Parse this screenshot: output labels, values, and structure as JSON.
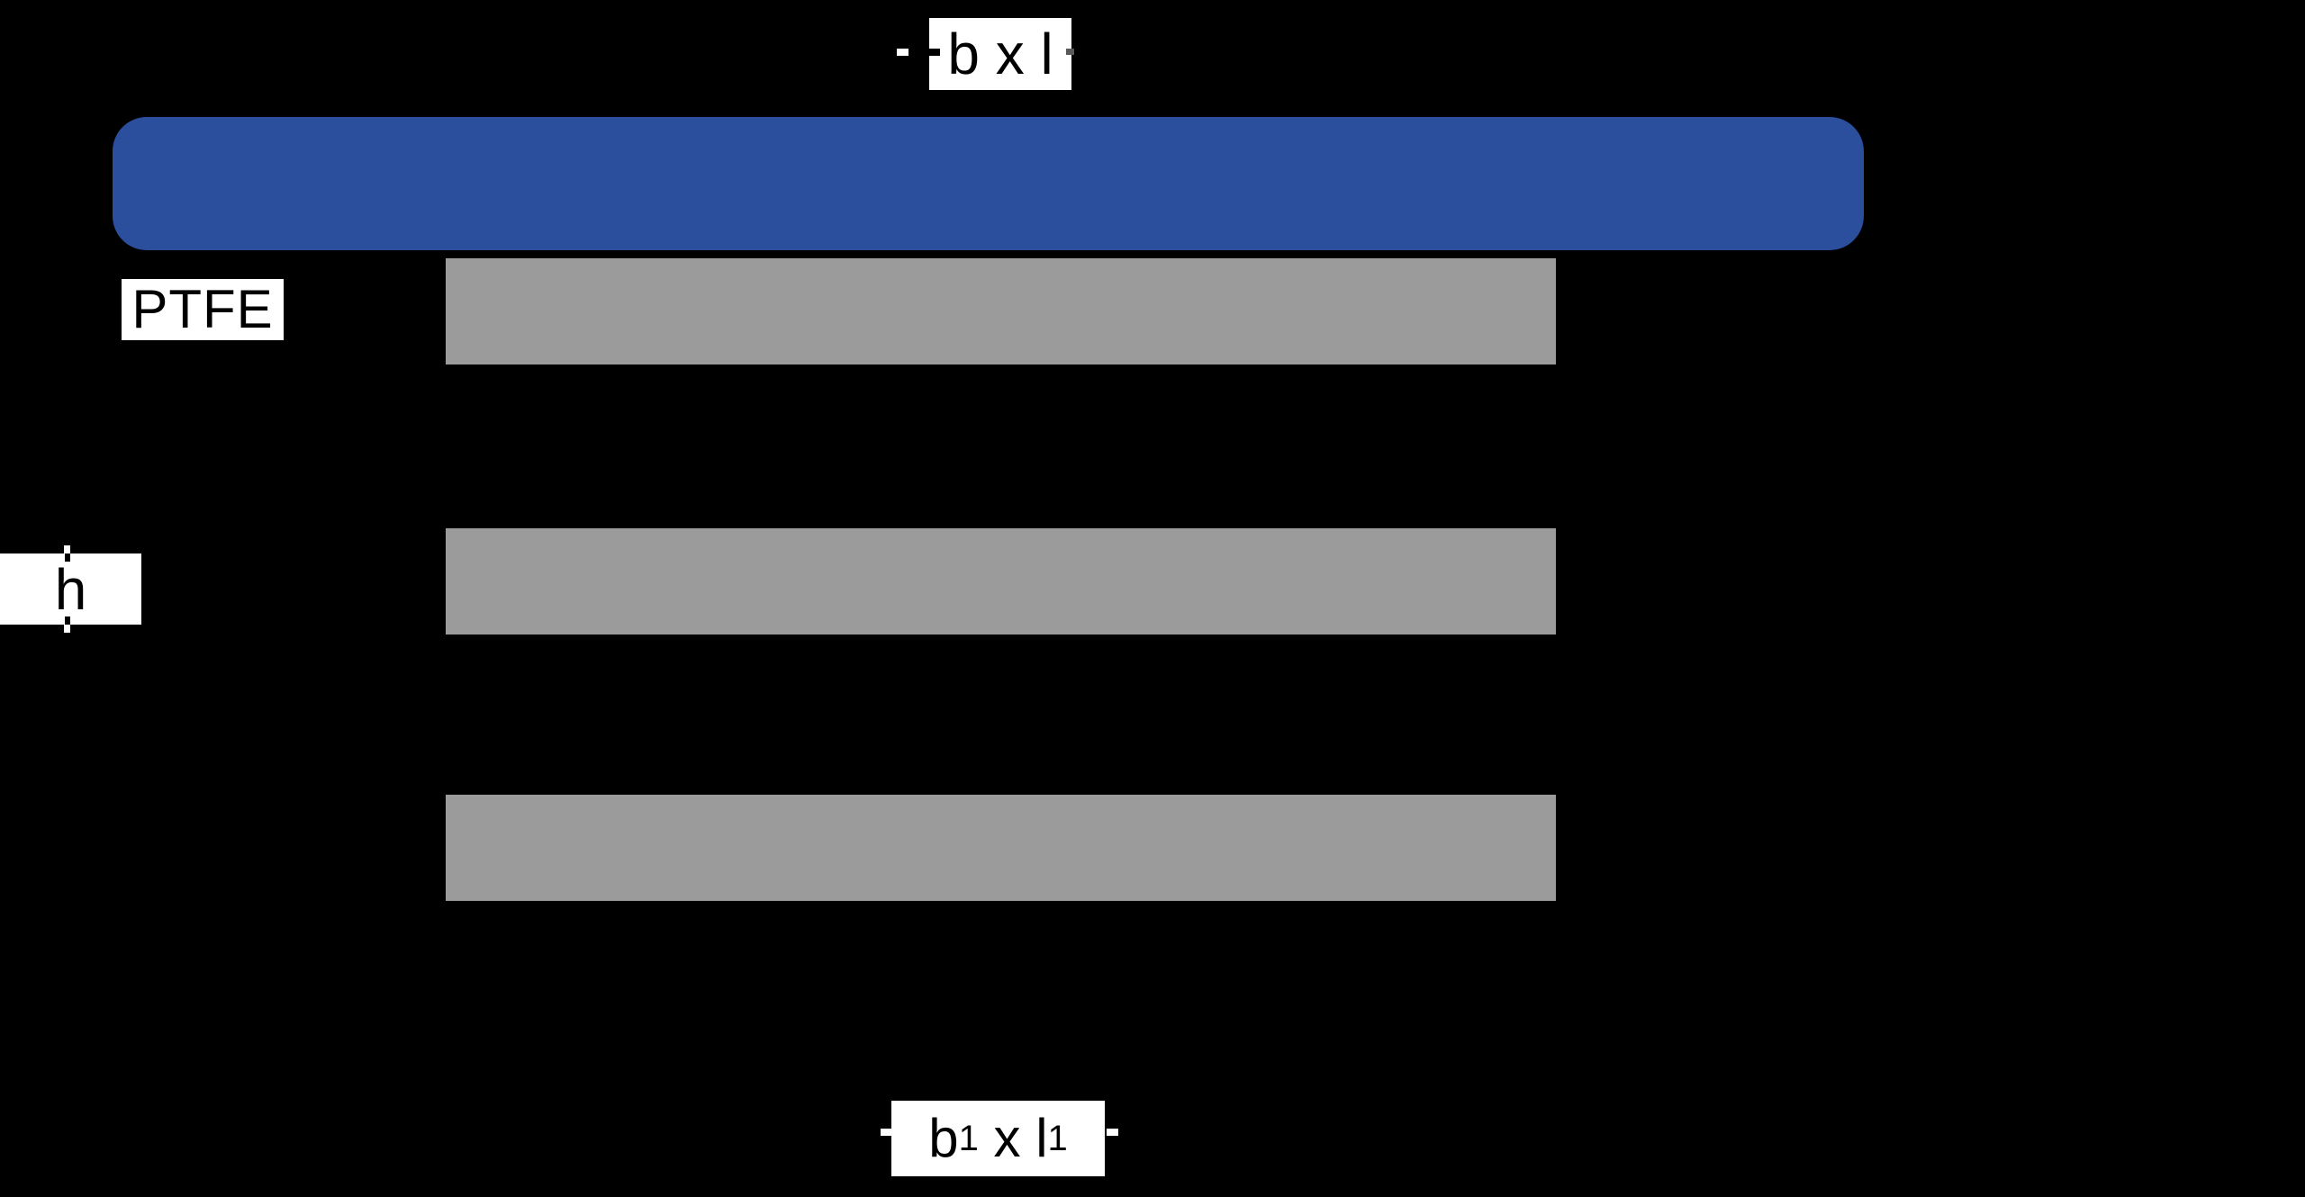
{
  "diagram": {
    "background": "#000000",
    "colors": {
      "specimen_bar": "#2B4F9D",
      "support_bar": "#9B9B9B",
      "label_background": "#FFFFFF",
      "label_text": "#000000"
    },
    "labels": {
      "top_dimension": "b x l",
      "material": "PTFE",
      "height": "h",
      "bottom_b": "b",
      "bottom_b_sub": "1",
      "bottom_times": " x ",
      "bottom_l": "l",
      "bottom_l_sub": "1"
    }
  }
}
